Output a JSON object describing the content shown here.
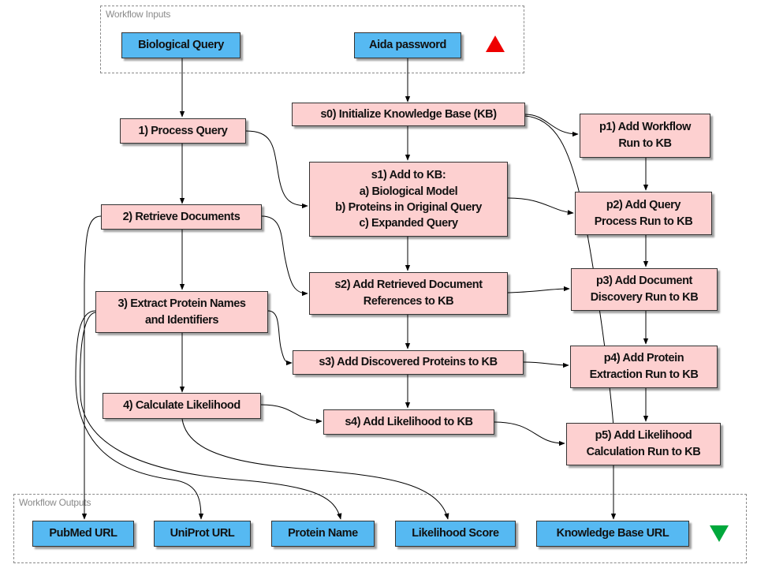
{
  "groups": {
    "inputs_label": "Workflow Inputs",
    "outputs_label": "Workflow Outputs"
  },
  "inputs": {
    "biological_query": "Biological Query",
    "aida_password": "Aida password"
  },
  "left_steps": {
    "process_query": "1) Process Query",
    "retrieve_documents": "2) Retrieve Documents",
    "extract_line1": "3) Extract Protein Names",
    "extract_line2": "and Identifiers",
    "calculate_likelihood": "4) Calculate Likelihood"
  },
  "s_steps": {
    "s0": "s0) Initialize Knowledge Base (KB)",
    "s1_title": "s1) Add to KB:",
    "s1_a": "a)  Biological Model",
    "s1_b": "b)   Proteins in Original Query",
    "s1_c": "c)   Expanded Query",
    "s2_line1": "s2) Add Retrieved Document",
    "s2_line2": "References to KB",
    "s3": "s3) Add Discovered Proteins to KB",
    "s4": "s4) Add Likelihood to KB"
  },
  "p_steps": {
    "p1_line1": "p1) Add Workflow",
    "p1_line2": "Run to KB",
    "p2_line1": "p2) Add Query",
    "p2_line2": "Process Run to KB",
    "p3_line1": "p3) Add Document",
    "p3_line2": "Discovery Run to KB",
    "p4_line1": "p4) Add Protein",
    "p4_line2": "Extraction Run to KB",
    "p5_line1": "p5) Add Likelihood",
    "p5_line2": "Calculation Run to KB"
  },
  "outputs": {
    "pubmed_url": "PubMed URL",
    "uniprot_url": "UniProt URL",
    "protein_name": "Protein Name",
    "likelihood_score": "Likelihood Score",
    "knowledge_base_url": "Knowledge Base URL"
  },
  "colors": {
    "io_fill": "#56b9f2",
    "process_fill": "#fdd0d0",
    "inputs_marker": "#ee0000",
    "outputs_marker": "#00a83c"
  },
  "markers": {
    "inputs": "red-up-triangle-icon",
    "outputs": "green-down-triangle-icon"
  }
}
